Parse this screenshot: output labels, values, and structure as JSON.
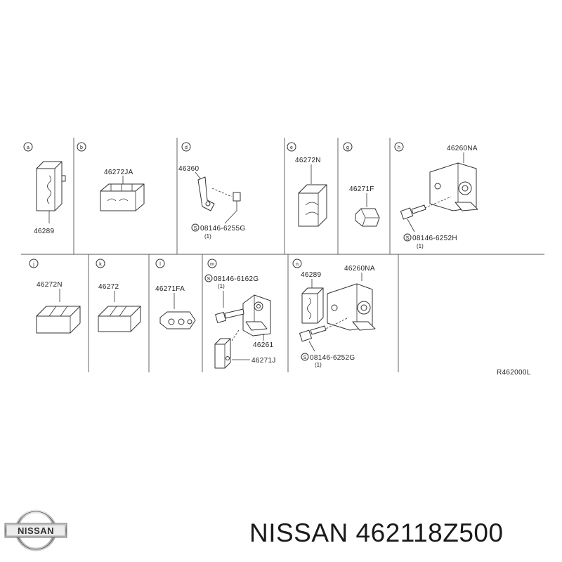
{
  "cells": [
    {
      "circle": "a",
      "parts": [
        "46289"
      ]
    },
    {
      "circle": "b",
      "parts": [
        "46272JA"
      ]
    },
    {
      "circle": "d",
      "parts": [
        "46360"
      ],
      "screw": "08146-6255G",
      "qty": "(1)"
    },
    {
      "circle": "e",
      "parts": [
        "46272N"
      ]
    },
    {
      "circle": "g",
      "parts": [
        "46271F"
      ]
    },
    {
      "circle": "h",
      "parts": [
        "46260NA"
      ],
      "screw": "08146-6252H",
      "qty": "(1)"
    },
    {
      "circle": "j",
      "parts": [
        "46272N"
      ]
    },
    {
      "circle": "k",
      "parts": [
        "46272"
      ]
    },
    {
      "circle": "l",
      "parts": [
        "46271FA"
      ]
    },
    {
      "circle": "m",
      "parts": [
        "46261",
        "46271J"
      ],
      "screw": "08146-6162G",
      "qty": "(1)"
    },
    {
      "circle": "n",
      "parts": [
        "46289",
        "46260NA"
      ],
      "screw": "08146-6252G",
      "qty": "(1)"
    }
  ],
  "screw_symbol": "S",
  "diagram_code": "R462000L",
  "logo_text": "NISSAN",
  "brand_text": "NISSAN 462118Z500"
}
